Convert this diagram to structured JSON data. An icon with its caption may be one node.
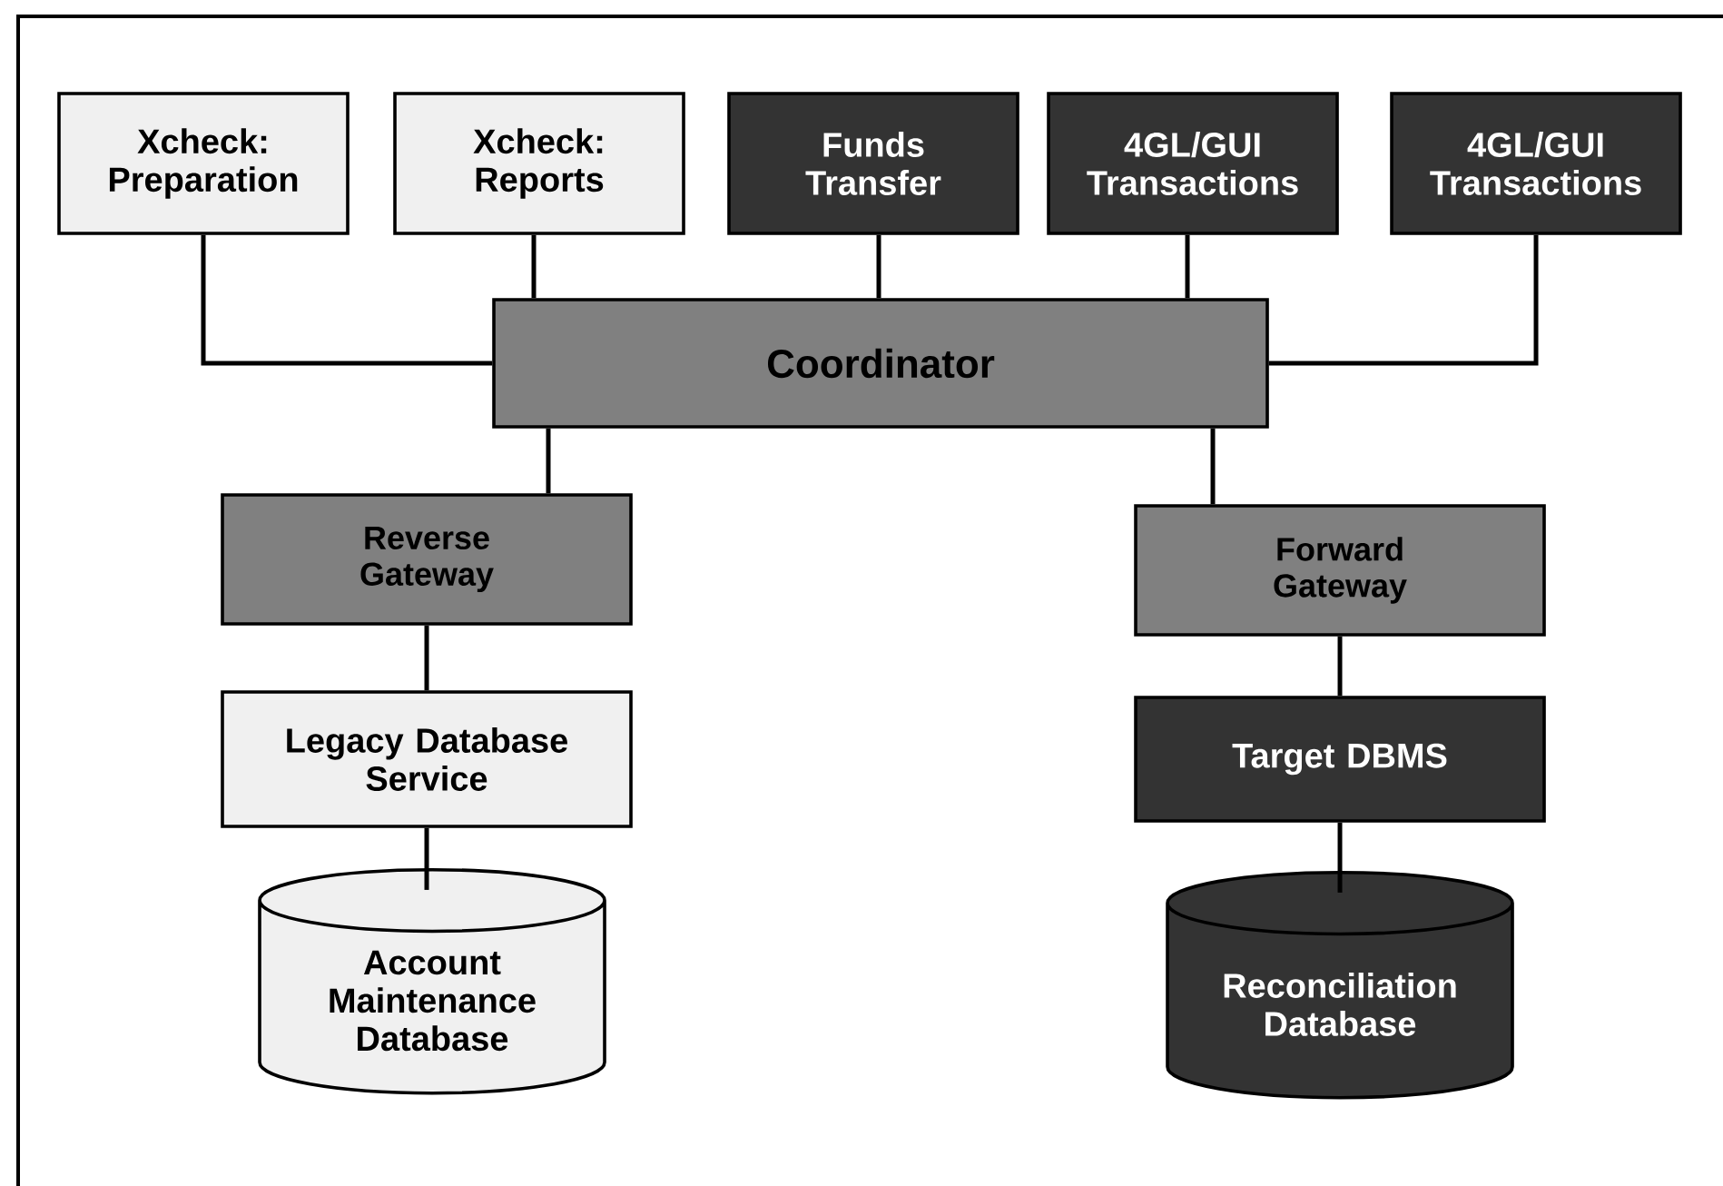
{
  "diagram": {
    "nodes": [
      {
        "text": [
          "Xcheck: Preparation"
        ]
      },
      {
        "text": [
          "Xcheck: Reports"
        ]
      },
      {
        "text": [
          "Funds Transfer"
        ]
      },
      {
        "text": [
          "4GL/GUI Transactions"
        ]
      },
      {
        "text": [
          "4GL/GUI Transactions"
        ]
      },
      {
        "text": [
          "Coordinator"
        ]
      },
      {
        "text": [
          "Reverse Gateway"
        ]
      },
      {
        "text": [
          "Forward Gateway"
        ]
      },
      {
        "text": [
          "Legacy Database Service"
        ]
      },
      {
        "text": [
          "Target DBMS"
        ]
      },
      {
        "text": [
          "Account Maintenance Database"
        ]
      },
      {
        "text": [
          "Reconciliation Database"
        ]
      }
    ],
    "edges": [
      {
        "from": 0,
        "to": 5,
        "arrow": "none"
      },
      {
        "from": 1,
        "to": 5,
        "arrow": "none"
      },
      {
        "from": 2,
        "to": 5,
        "arrow": "none"
      },
      {
        "from": 3,
        "to": 5,
        "arrow": "none"
      },
      {
        "from": 4,
        "to": 5,
        "arrow": "none"
      },
      {
        "from": 5,
        "to": 6,
        "arrow": "none"
      },
      {
        "from": 5,
        "to": 7,
        "arrow": "none"
      },
      {
        "from": 6,
        "to": 8,
        "arrow": "none"
      },
      {
        "from": 7,
        "to": 9,
        "arrow": "none"
      },
      {
        "from": 8,
        "to": 10,
        "arrow": "none"
      },
      {
        "from": 9,
        "to": 11,
        "arrow": "none"
      }
    ]
  }
}
